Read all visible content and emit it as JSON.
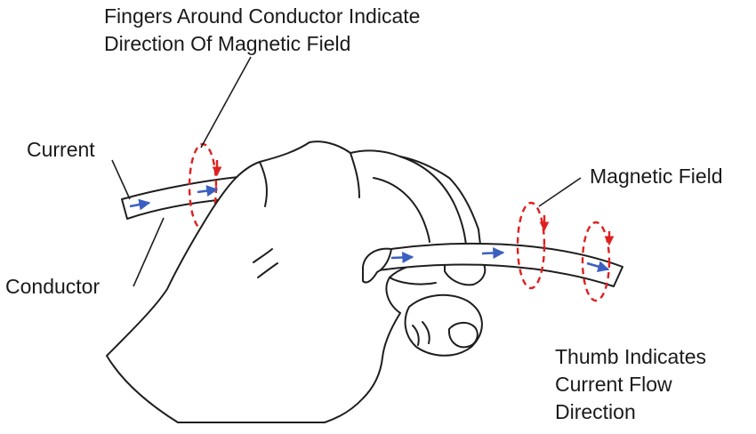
{
  "labels": {
    "fingers_line1": "Fingers Around Conductor Indicate",
    "fingers_line2": "Direction Of Magnetic Field",
    "current": "Current",
    "conductor": "Conductor",
    "magnetic_field": "Magnetic Field",
    "thumb_line1": "Thumb Indicates",
    "thumb_line2": "Current Flow",
    "thumb_line3": "Direction"
  },
  "colors": {
    "current_arrow": "#3b5fc0",
    "field_loop": "#e02020",
    "outline": "#1e1e1e",
    "text": "#1a1a1a"
  }
}
